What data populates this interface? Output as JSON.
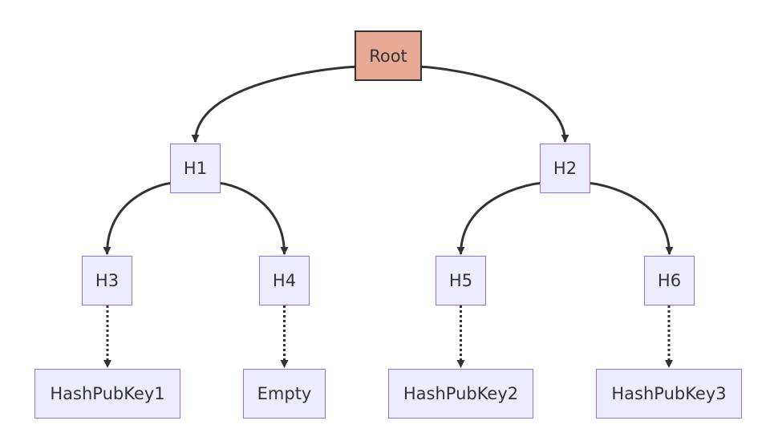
{
  "colors": {
    "node_fill": "#ececfe",
    "node_border": "#9370db",
    "root_fill": "#e8aa95",
    "root_border": "#333333",
    "edge": "#333333",
    "text": "#333333"
  },
  "nodes": {
    "root": {
      "label": "Root"
    },
    "h1": {
      "label": "H1"
    },
    "h2": {
      "label": "H2"
    },
    "h3": {
      "label": "H3"
    },
    "h4": {
      "label": "H4"
    },
    "h5": {
      "label": "H5"
    },
    "h6": {
      "label": "H6"
    },
    "leaf1": {
      "label": "HashPubKey1"
    },
    "leaf2": {
      "label": "Empty"
    },
    "leaf3": {
      "label": "HashPubKey2"
    },
    "leaf4": {
      "label": "HashPubKey3"
    }
  },
  "edges": [
    {
      "from": "root",
      "to": "h1",
      "style": "solid"
    },
    {
      "from": "root",
      "to": "h2",
      "style": "solid"
    },
    {
      "from": "h1",
      "to": "h3",
      "style": "solid"
    },
    {
      "from": "h1",
      "to": "h4",
      "style": "solid"
    },
    {
      "from": "h2",
      "to": "h5",
      "style": "solid"
    },
    {
      "from": "h2",
      "to": "h6",
      "style": "solid"
    },
    {
      "from": "h3",
      "to": "leaf1",
      "style": "dotted"
    },
    {
      "from": "h4",
      "to": "leaf2",
      "style": "dotted"
    },
    {
      "from": "h5",
      "to": "leaf3",
      "style": "dotted"
    },
    {
      "from": "h6",
      "to": "leaf4",
      "style": "dotted"
    }
  ]
}
